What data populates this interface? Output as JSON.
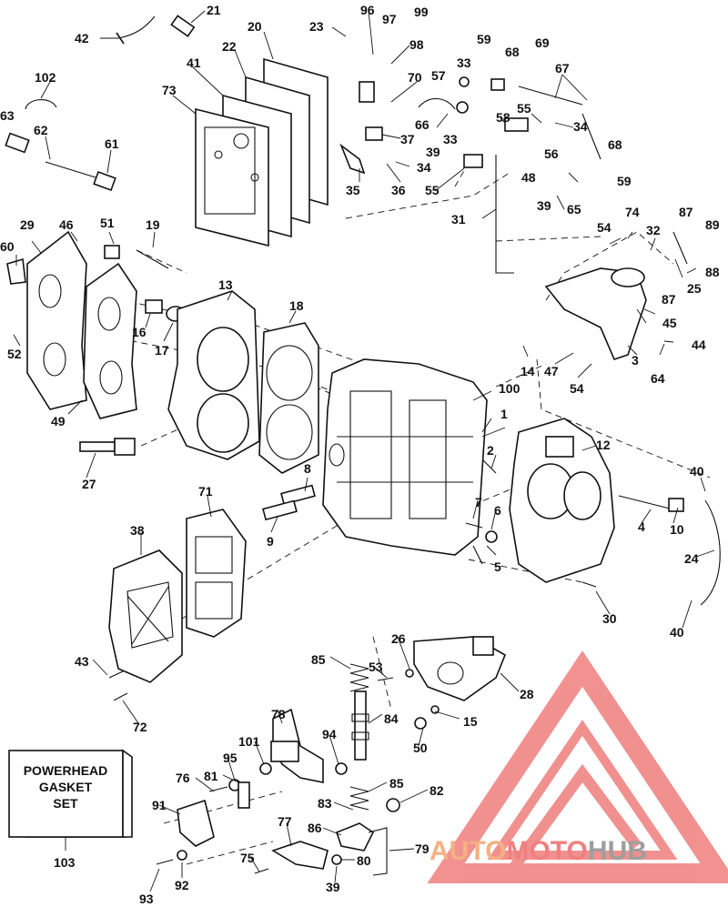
{
  "diagram": {
    "labels": [
      "21",
      "96",
      "97",
      "99",
      "42",
      "20",
      "23",
      "98",
      "59",
      "68",
      "69",
      "67",
      "102",
      "22",
      "41",
      "70",
      "33",
      "57",
      "63",
      "73",
      "62",
      "66",
      "58",
      "55",
      "34",
      "61",
      "37",
      "33",
      "39",
      "56",
      "68",
      "34",
      "35",
      "36",
      "55",
      "48",
      "59",
      "39",
      "65",
      "31",
      "54",
      "74",
      "32",
      "87",
      "89",
      "29",
      "46",
      "51",
      "19",
      "87",
      "88",
      "25",
      "60",
      "13",
      "18",
      "45",
      "16",
      "17",
      "52",
      "44",
      "14",
      "47",
      "3",
      "54",
      "64",
      "100",
      "1",
      "49",
      "12",
      "2",
      "27",
      "40",
      "8",
      "6",
      "7",
      "71",
      "10",
      "4",
      "38",
      "9",
      "5",
      "24",
      "30",
      "40",
      "43",
      "26",
      "85",
      "53",
      "28",
      "72",
      "84",
      "15",
      "78",
      "94",
      "50",
      "101",
      "95",
      "81",
      "76",
      "85",
      "82",
      "91",
      "83",
      "86",
      "77",
      "79",
      "75",
      "80",
      "92",
      "39",
      "93",
      "103"
    ],
    "callout": {
      "line1": "POWERHEAD",
      "line2": "GASKET",
      "line3": "SET",
      "number": "103"
    }
  },
  "watermark": {
    "part1": "AUTO",
    "part2": "MOTO",
    "part3": "HUB",
    "color1": "#f4b183",
    "color2": "#f08080",
    "color3": "#9e9e9e"
  }
}
